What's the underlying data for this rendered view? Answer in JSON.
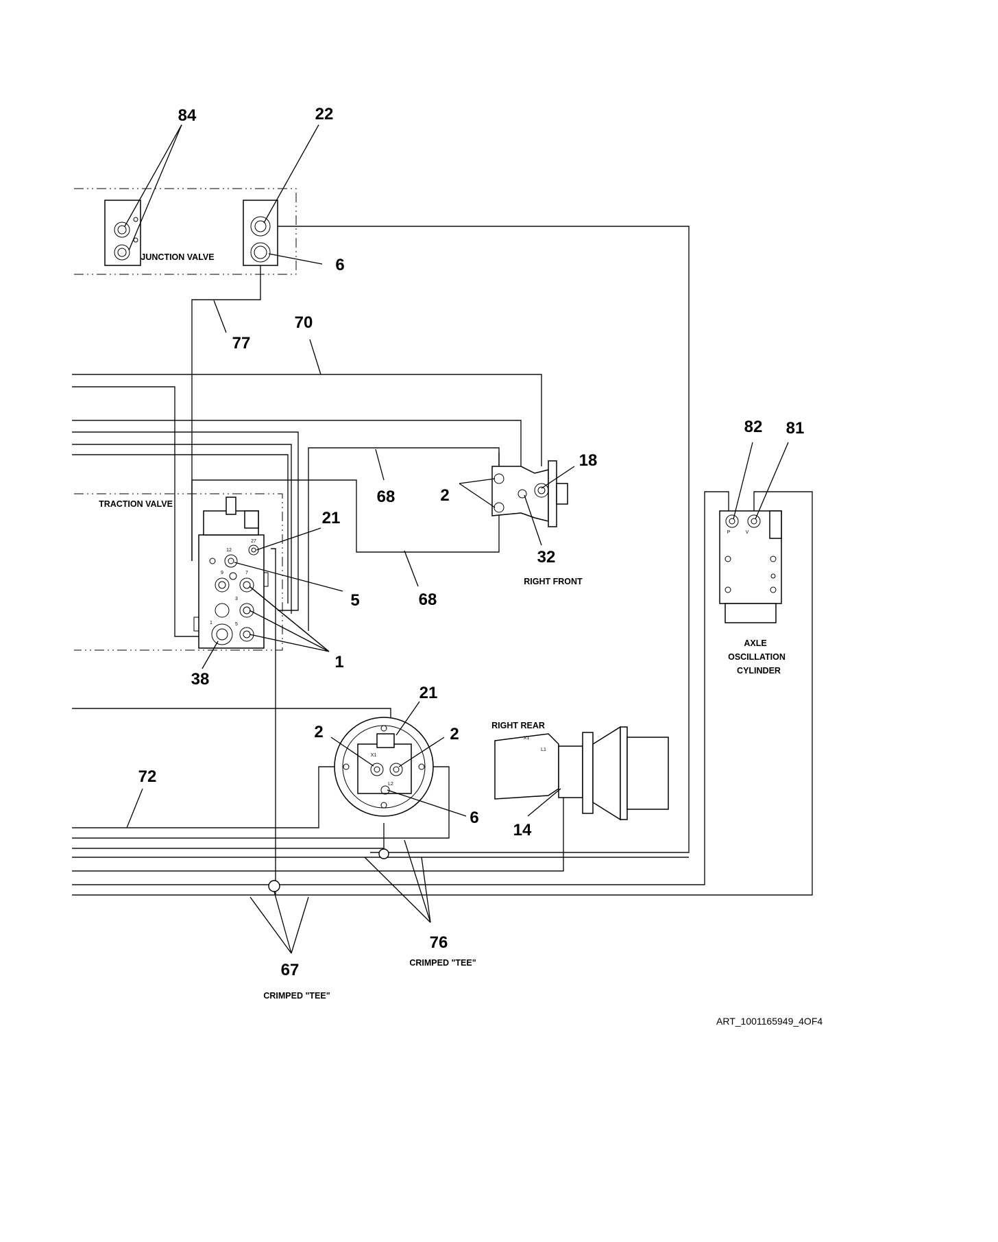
{
  "callouts": {
    "c84": "84",
    "c22": "22",
    "c6a": "6",
    "c77": "77",
    "c70": "70",
    "c68a": "68",
    "c68b": "68",
    "c2a": "2",
    "c18": "18",
    "c32": "32",
    "c21a": "21",
    "c5": "5",
    "c1": "1",
    "c38": "38",
    "c82": "82",
    "c81": "81",
    "c21b": "21",
    "c2b": "2",
    "c2c": "2",
    "c6b": "6",
    "c14": "14",
    "c72": "72",
    "c76": "76",
    "c67": "67"
  },
  "labels": {
    "junction_valve": "JUNCTION VALVE",
    "traction_valve": "TRACTION VALVE",
    "right_front": "RIGHT FRONT",
    "right_rear": "RIGHT REAR",
    "axle_line1": "AXLE",
    "axle_line2": "OSCILLATION",
    "axle_line3": "CYLINDER",
    "crimped_tee_a": "CRIMPED \"TEE\"",
    "crimped_tee_b": "CRIMPED \"TEE\""
  },
  "port_marks": {
    "p12": "12",
    "p27": "27",
    "p9": "9",
    "p7": "7",
    "p3": "3",
    "p5": "5",
    "p1": "1",
    "px1a": "X1",
    "pl1": "L1",
    "px1b": "X1",
    "pl2": "L2",
    "pp": "P",
    "pv": "V"
  },
  "art_id": "ART_1001165949_4OF4"
}
